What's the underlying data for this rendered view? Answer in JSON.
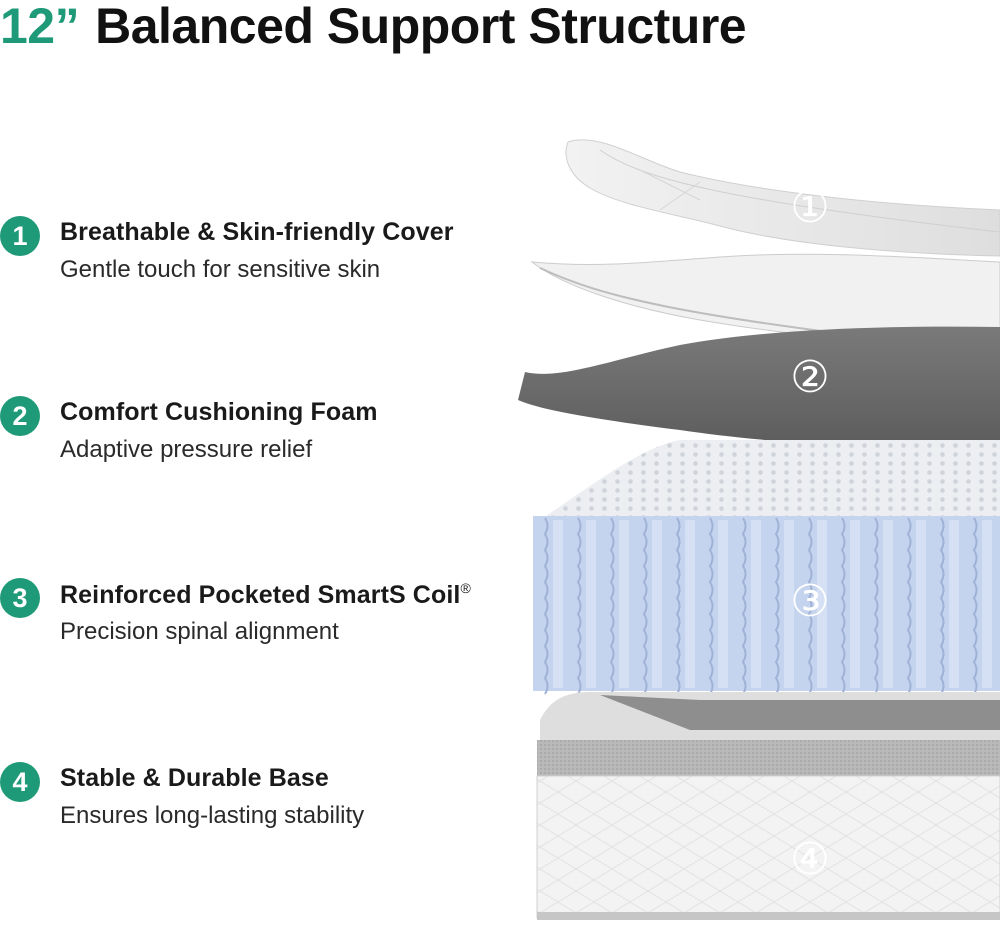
{
  "title": {
    "size": "12”",
    "text": "Balanced Support Structure"
  },
  "features": [
    {
      "number": "1",
      "title": "Breathable & Skin-friendly Cover",
      "registered": "",
      "subtitle": "Gentle touch for sensitive skin"
    },
    {
      "number": "2",
      "title": "Comfort Cushioning Foam",
      "registered": "",
      "subtitle": "Adaptive pressure relief"
    },
    {
      "number": "3",
      "title": "Reinforced Pocketed SmartS Coil",
      "registered": "®",
      "subtitle": "Precision spinal alignment"
    },
    {
      "number": "4",
      "title": "Stable & Durable Base",
      "registered": "",
      "subtitle": "Ensures long-lasting stability"
    }
  ],
  "layer_markers": [
    "①",
    "②",
    "③",
    "④"
  ],
  "colors": {
    "accent": "#1f9a78",
    "title_text": "#111111",
    "coil_blue": "#c5d4ee",
    "foam_gray": "#6a6a6a"
  }
}
